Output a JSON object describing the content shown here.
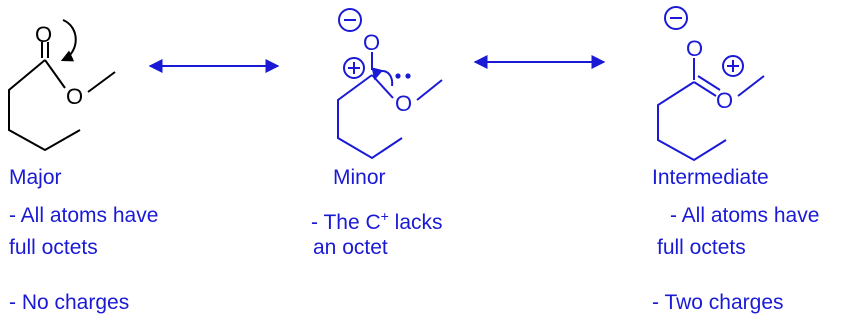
{
  "colors": {
    "black": "#000000",
    "blue": "#1a1ad6"
  },
  "atoms": {
    "oxygen": "O"
  },
  "structures": [
    {
      "id": "major",
      "title": "Major",
      "notes": [
        "- All atoms have",
        "full octets",
        "- No charges"
      ]
    },
    {
      "id": "minor",
      "title": "Minor",
      "notes_rich": {
        "prefix": "- The C",
        "superscript": "+",
        "suffix": " lacks"
      },
      "notes": [
        "an octet"
      ]
    },
    {
      "id": "intermediate",
      "title": "Intermediate",
      "notes": [
        "- All atoms have",
        "full octets",
        "- Two charges"
      ]
    }
  ]
}
